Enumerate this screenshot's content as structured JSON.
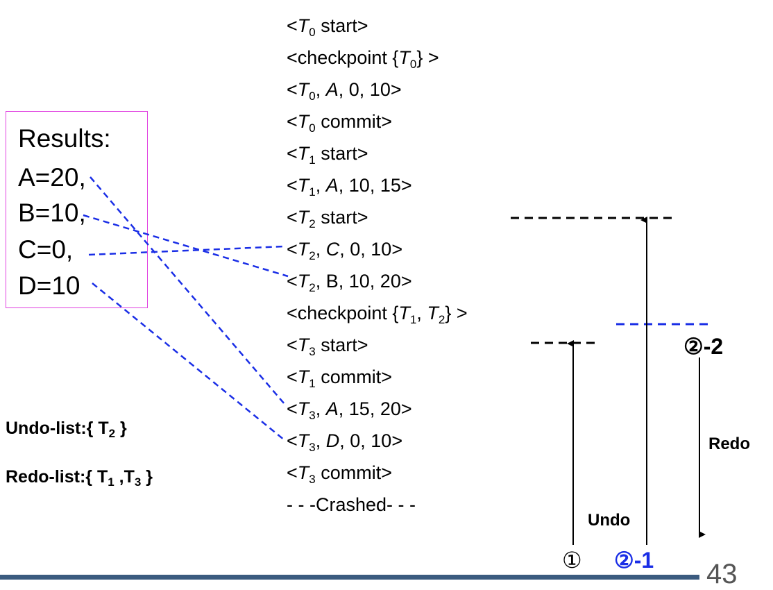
{
  "log": [
    {
      "parts": [
        {
          "t": "<"
        },
        {
          "t": "T",
          "i": true
        },
        {
          "t": "0",
          "sub": true
        },
        {
          "t": " start>"
        }
      ]
    },
    {
      "parts": [
        {
          "t": "<checkpoint {"
        },
        {
          "t": "T",
          "i": true
        },
        {
          "t": "0",
          "sub": true
        },
        {
          "t": "} >"
        }
      ]
    },
    {
      "parts": [
        {
          "t": "<"
        },
        {
          "t": "T",
          "i": true
        },
        {
          "t": "0",
          "sub": true
        },
        {
          "t": ", "
        },
        {
          "t": "A",
          "i": true
        },
        {
          "t": ", 0, 10>"
        }
      ]
    },
    {
      "parts": [
        {
          "t": "<"
        },
        {
          "t": "T",
          "i": true
        },
        {
          "t": "0",
          "sub": true
        },
        {
          "t": " commit>"
        }
      ]
    },
    {
      "parts": [
        {
          "t": "<"
        },
        {
          "t": "T",
          "i": true
        },
        {
          "t": "1",
          "sub": true
        },
        {
          "t": " start>"
        }
      ]
    },
    {
      "parts": [
        {
          "t": "<"
        },
        {
          "t": "T",
          "i": true
        },
        {
          "t": "1",
          "sub": true
        },
        {
          "t": ", "
        },
        {
          "t": "A",
          "i": true
        },
        {
          "t": ", 10, 15>"
        }
      ]
    },
    {
      "parts": [
        {
          "t": "<"
        },
        {
          "t": "T",
          "i": true
        },
        {
          "t": "2",
          "sub": true
        },
        {
          "t": " start>"
        }
      ]
    },
    {
      "parts": [
        {
          "t": "<"
        },
        {
          "t": "T",
          "i": true
        },
        {
          "t": "2",
          "sub": true
        },
        {
          "t": ", "
        },
        {
          "t": "C",
          "i": true
        },
        {
          "t": ", 0, 10>"
        }
      ]
    },
    {
      "parts": [
        {
          "t": "<"
        },
        {
          "t": "T",
          "i": true
        },
        {
          "t": "2",
          "sub": true
        },
        {
          "t": ", B, 10, 20>"
        }
      ]
    },
    {
      "parts": [
        {
          "t": "<checkpoint {"
        },
        {
          "t": "T",
          "i": true
        },
        {
          "t": "1",
          "sub": true
        },
        {
          "t": ", "
        },
        {
          "t": "T",
          "i": true
        },
        {
          "t": "2",
          "sub": true
        },
        {
          "t": "} >"
        }
      ]
    },
    {
      "parts": [
        {
          "t": "<"
        },
        {
          "t": "T",
          "i": true
        },
        {
          "t": "3",
          "sub": true
        },
        {
          "t": " start>"
        }
      ]
    },
    {
      "parts": [
        {
          "t": "<"
        },
        {
          "t": "T",
          "i": true
        },
        {
          "t": "1",
          "sub": true
        },
        {
          "t": " commit>"
        }
      ]
    },
    {
      "parts": [
        {
          "t": "<"
        },
        {
          "t": "T",
          "i": true
        },
        {
          "t": "3",
          "sub": true
        },
        {
          "t": ", "
        },
        {
          "t": "A",
          "i": true
        },
        {
          "t": ", 15, 20>"
        }
      ]
    },
    {
      "parts": [
        {
          "t": "<"
        },
        {
          "t": "T",
          "i": true
        },
        {
          "t": "3",
          "sub": true
        },
        {
          "t": ", "
        },
        {
          "t": "D",
          "i": true
        },
        {
          "t": ", 0, 10>"
        }
      ]
    },
    {
      "parts": [
        {
          "t": "<"
        },
        {
          "t": "T",
          "i": true
        },
        {
          "t": "3",
          "sub": true
        },
        {
          "t": " commit>"
        }
      ]
    },
    {
      "parts": [
        {
          "t": "- - -Crashed- - -"
        }
      ]
    }
  ],
  "results": {
    "title": "Results:",
    "items": [
      "A=20,",
      "B=10,",
      "C=0,",
      "D=10"
    ]
  },
  "undo_list": {
    "prefix": "Undo-list:{ T",
    "sub": "2",
    "suffix": " }"
  },
  "redo_list": {
    "prefix": "Redo-list:{ T",
    "sub1": "1",
    "mid": " ,T",
    "sub2": "3",
    "suffix": " }"
  },
  "labels": {
    "undo": "Undo",
    "redo": "Redo",
    "step1": "①",
    "step2_1": "②-1",
    "step2_2": "②-2"
  },
  "page_number": "43",
  "colors": {
    "link": "#1a2ee6",
    "box": "#e040e0",
    "footer": "#3b5b7f",
    "step2_1": "#1a2ee6"
  }
}
